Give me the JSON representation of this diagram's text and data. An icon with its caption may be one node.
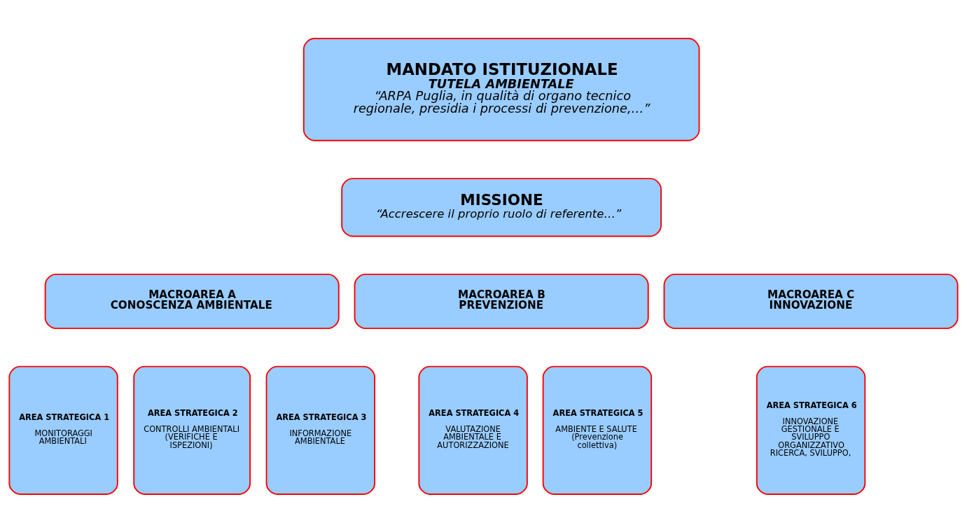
{
  "diagram": {
    "nodes": [
      {
        "text": [
          "MANDATO ISTITUZIONALE",
          "TUTELA AMBIENTALE",
          "“ARPA Puglia, in qualità di organo tecnico regionale, presidia i processi di prevenzione,…”"
        ]
      },
      {
        "text": [
          "MISSIONE",
          "“Accrescere il proprio ruolo di referente…”"
        ]
      },
      {
        "text": [
          "MACROAREA A",
          "CONOSCENZA AMBIENTALE"
        ]
      },
      {
        "text": [
          "MACROAREA B",
          "PREVENZIONE"
        ]
      },
      {
        "text": [
          "MACROAREA C",
          "INNOVAZIONE"
        ]
      },
      {
        "text": [
          "AREA STRATEGICA 1",
          "MONITORAGGI AMBIENTALI"
        ]
      },
      {
        "text": [
          "AREA STRATEGICA 2",
          "CONTROLLI AMBIENTALI (VERIFICHE E ISPEZIONI)"
        ]
      },
      {
        "text": [
          "AREA STRATEGICA 3",
          "INFORMAZIONE AMBIENTALE"
        ]
      },
      {
        "text": [
          "AREA STRATEGICA 4",
          "VALUTAZIONE AMBIENTALE E AUTORIZZAZIONE"
        ]
      },
      {
        "text": [
          "AREA STRATEGICA 5",
          "AMBIENTE E SALUTE (Prevenzione collettiva)"
        ]
      },
      {
        "text": [
          "AREA STRATEGICA 6",
          "INNOVAZIONE GESTIONALE E SVILUPPO ORGANIZZATIVO RICERCA, SVILUPPO,"
        ]
      }
    ],
    "edges": []
  }
}
